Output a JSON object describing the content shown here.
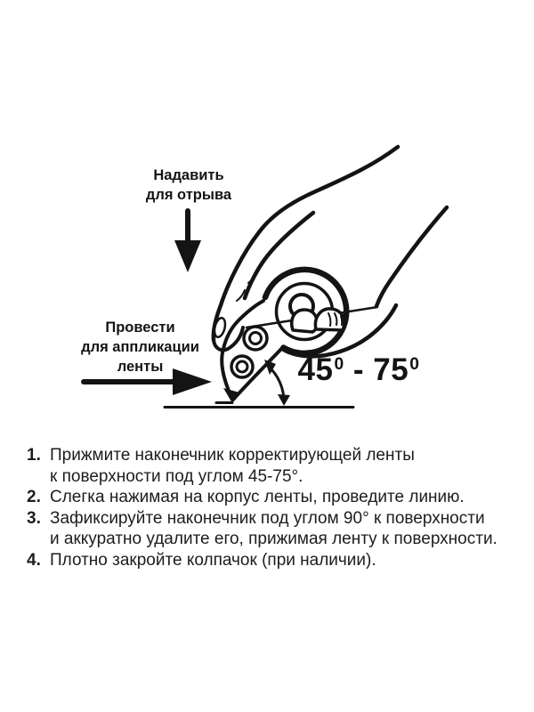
{
  "page": {
    "background": "#ffffff",
    "ink": "#141414"
  },
  "diagram": {
    "press_label": {
      "line1": "Надавить",
      "line2": "для отрыва"
    },
    "apply_label": {
      "line1": "Провести",
      "line2": "для аппликации",
      "line3": "ленты"
    },
    "angle_label": {
      "min": "45",
      "separator": " - ",
      "max": "75",
      "degree_symbol": "0"
    },
    "icons": [
      "press-arrow-icon",
      "apply-arrow-icon",
      "hand-drawing",
      "correction-tape-dispenser-drawing",
      "angle-arc",
      "surface-line"
    ]
  },
  "instructions": [
    {
      "number": "1.",
      "text": "Прижмите наконечник корректирующей ленты\nк поверхности под углом 45-75°."
    },
    {
      "number": "2.",
      "text": "Слегка нажимая на корпус ленты, проведите линию."
    },
    {
      "number": "3.",
      "text": "Зафиксируйте наконечник под углом 90° к поверхности\nи аккуратно удалите его, прижимая ленту к поверхности."
    },
    {
      "number": "4.",
      "text": "Плотно закройте колпачок (при наличии)."
    }
  ]
}
